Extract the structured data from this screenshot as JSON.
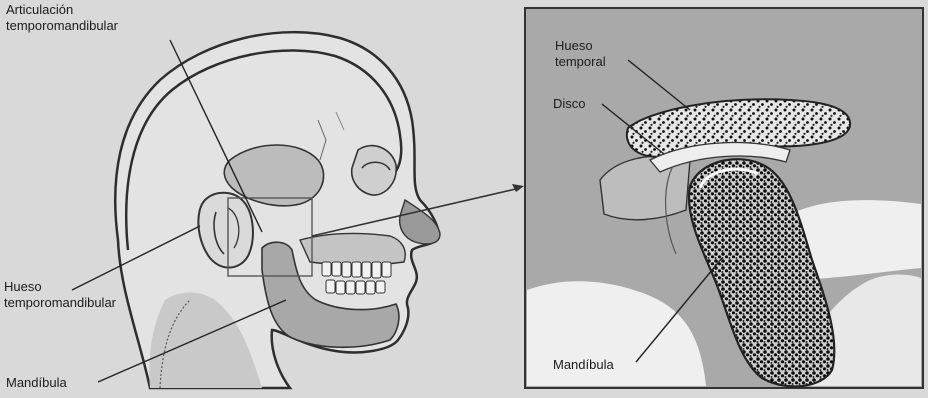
{
  "labels": {
    "articulacion_line1": "Articulación",
    "articulacion_line2": "temporomandibular",
    "hueso_tm_line1": "Hueso",
    "hueso_tm_line2": "temporomandibular",
    "mandibula_left": "Mandíbula",
    "hueso_temporal_line1": "Hueso",
    "hueso_temporal_line2": "temporal",
    "disco": "Disco",
    "mandibula_right": "Mandíbula"
  },
  "colors": {
    "background": "#d9d9d9",
    "inset_background": "#a9a9a9",
    "outline": "#333333",
    "bone": "#dcdcdc",
    "stipple": "#222222"
  }
}
